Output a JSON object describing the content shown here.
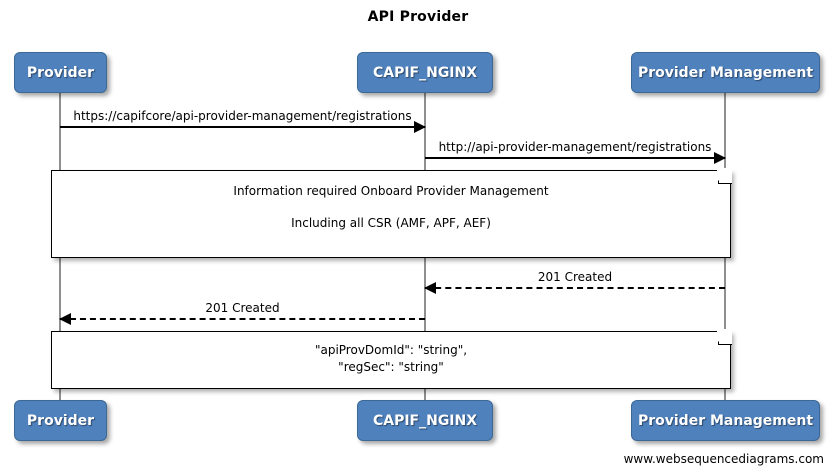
{
  "diagram": {
    "title": "API Provider",
    "type": "sequence-diagram",
    "footer": "www.websequencediagrams.com",
    "colors": {
      "actor_fill": "#4F81BD",
      "actor_border": "#3C6895",
      "actor_text": "#FFFFFF",
      "line": "#000000",
      "lifeline": "#8F8F8F",
      "background": "#FFFFFF"
    }
  },
  "participants": [
    {
      "id": "provider",
      "label": "Provider"
    },
    {
      "id": "capif_nginx",
      "label": "CAPIF_NGINX"
    },
    {
      "id": "provider_management",
      "label": "Provider Management"
    }
  ],
  "messages": [
    {
      "id": "msg1",
      "label": "https://capifcore/api-provider-management/registrations",
      "from": "provider",
      "to": "capif_nginx",
      "style": "solid",
      "direction": "right"
    },
    {
      "id": "msg2",
      "label": "http://api-provider-management/registrations",
      "from": "capif_nginx",
      "to": "provider_management",
      "style": "solid",
      "direction": "right"
    },
    {
      "id": "msg3",
      "label": "201 Created",
      "from": "provider_management",
      "to": "capif_nginx",
      "style": "dashed",
      "direction": "left"
    },
    {
      "id": "msg4",
      "label": "201 Created",
      "from": "capif_nginx",
      "to": "provider",
      "style": "dashed",
      "direction": "left"
    }
  ],
  "notes": [
    {
      "id": "note1",
      "lines": [
        "Information required Onboard Provider Management",
        "Including all CSR (AMF, APF, AEF)"
      ]
    },
    {
      "id": "note2",
      "lines": [
        "\"apiProvDomId\": \"string\",",
        "\"regSec\": \"string\""
      ]
    }
  ]
}
